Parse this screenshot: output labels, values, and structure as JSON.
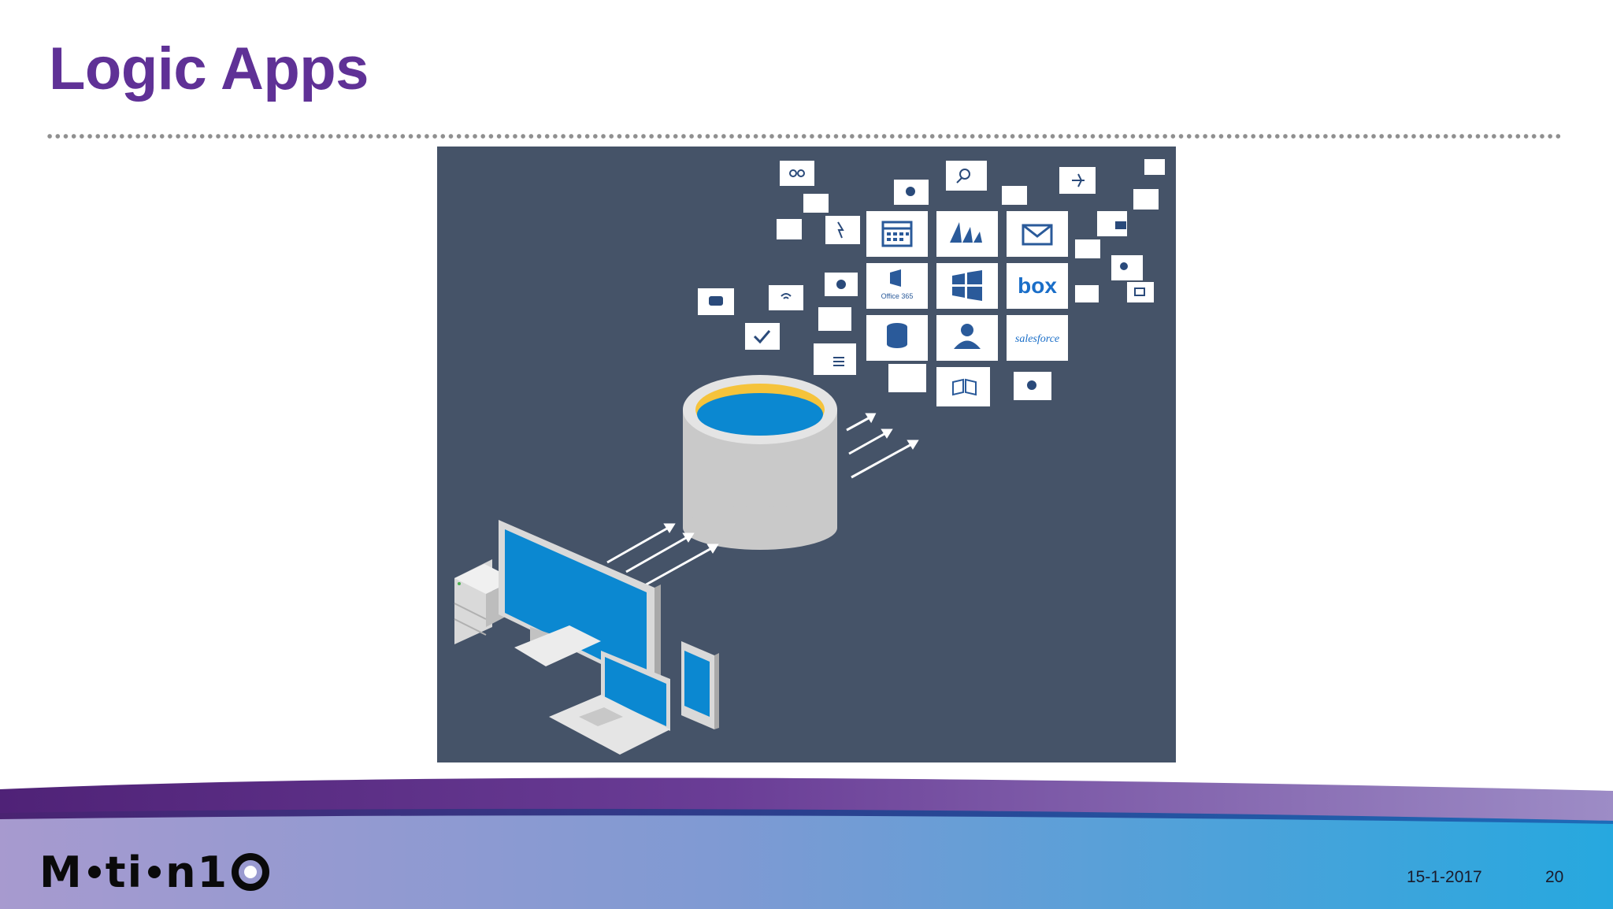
{
  "slide": {
    "title": "Logic Apps",
    "date": "15-1-2017",
    "page_number": "20"
  },
  "logo": {
    "text_part1": "M",
    "text_part2": "ti",
    "text_part3": "n1"
  },
  "illustration": {
    "tiles": {
      "office365": "Office 365",
      "box": "box",
      "salesforce": "salesforce"
    },
    "icons": [
      "calendar-icon",
      "dynamics-icon",
      "mail-icon",
      "office-icon",
      "windows-icon",
      "box-icon",
      "database-icon",
      "user-icon",
      "salesforce-icon"
    ]
  },
  "colors": {
    "title": "#5f3196",
    "illustration_bg": "#455368",
    "accent_blue": "#0b88d1",
    "accent_yellow": "#f5c33b"
  }
}
